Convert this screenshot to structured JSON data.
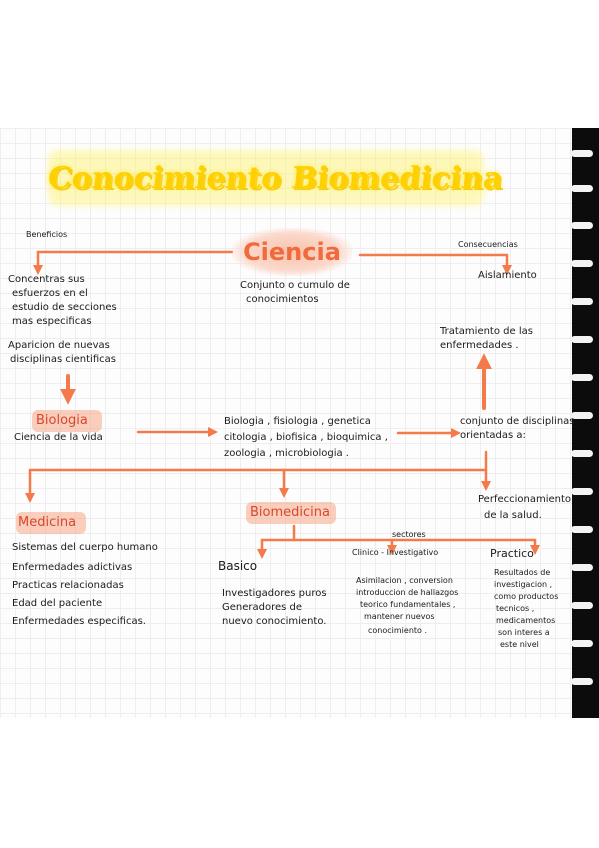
{
  "title": "Conocimiento Biomedicina",
  "nodes": {
    "ciencia": "Ciencia",
    "ciencia_def": [
      "Conjunto o cumulo de",
      "conocimientos"
    ],
    "beneficios": "Beneficios",
    "beneficios_items": [
      "Concentras sus",
      "esfuerzos en el",
      "estudio de secciones",
      "mas especificas",
      "Aparicion de nuevas",
      "disciplinas cientificas"
    ],
    "consecuencias": "Consecuencias",
    "aislamiento": "Aislamiento",
    "tratamiento": [
      "Tratamiento de las",
      "enfermedades ."
    ],
    "biologia": "Biologia",
    "biologia_def": "Ciencia de la vida",
    "disciplinas": [
      "Biologia , fisiologia , genetica",
      "citologia , biofisica , bioquimica ,",
      "zoologia , microbiologia ."
    ],
    "conjunto": [
      "conjunto de disciplinas",
      "orientadas a:"
    ],
    "perfeccionamiento": [
      "Perfeccionamiento",
      "de la salud."
    ],
    "medicina": "Medicina",
    "medicina_items": [
      "Sistemas del cuerpo humano",
      "Enfermedades adictivas",
      "Practicas relacionadas",
      "Edad del paciente",
      "Enfermedades especificas."
    ],
    "biomedicina": "Biomedicina",
    "sectores": "sectores",
    "basico": "Basico",
    "basico_items": [
      "Investigadores puros",
      "Generadores de",
      "nuevo conocimiento."
    ],
    "clinico": "Clinico - Investigativo",
    "clinico_items": [
      "Asimilacion , conversion",
      "introduccion de hallazgos",
      "teorico fundamentales ,",
      "mantener nuevos",
      "conocimiento ."
    ],
    "practico": "Practico",
    "practico_items": [
      "Resultados de",
      "investigacion ,",
      "como productos",
      "tecnicos ,",
      "medicamentos",
      "son interes a",
      "este nivel"
    ]
  },
  "colors": {
    "arrow": "#f47a4a",
    "title": "#ffd000",
    "highlight": "#f6a789"
  }
}
